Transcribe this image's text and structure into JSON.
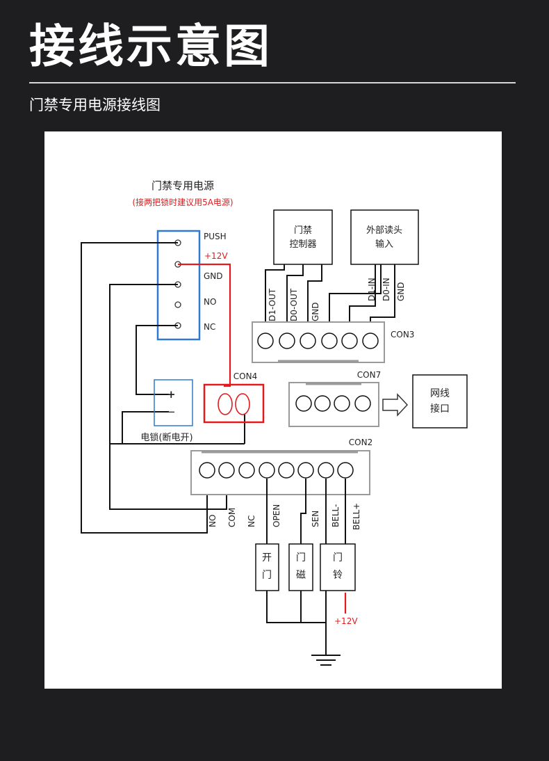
{
  "header": {
    "title": "接线示意图",
    "subtitle": "门禁专用电源接线图"
  },
  "diagram": {
    "power_title": "门禁专用电源",
    "power_note": "(接两把锁时建议用5A电源)",
    "power_terminals": [
      "PUSH",
      "GND",
      "NO",
      "NC"
    ],
    "plus12v": "+12V",
    "controller_line1": "门禁",
    "controller_line2": "控制器",
    "reader_line1": "外部读头",
    "reader_line2": "输入",
    "controller_pins": [
      "D1-OUT",
      "D0-OUT",
      "GND"
    ],
    "reader_pins": [
      "D1-IN",
      "D0-IN",
      "GND"
    ],
    "con3": "CON3",
    "con4": "CON4",
    "con7": "CON7",
    "con2": "CON2",
    "network_line1": "网线",
    "network_line2": "接口",
    "lock_plus": "+",
    "lock_minus": "−",
    "lock_label": "电锁(断电开)",
    "con2_pins": [
      "NO",
      "COM",
      "NC",
      "OPEN",
      "SEN",
      "BELL-",
      "BELL+"
    ],
    "open_line1": "开",
    "open_line2": "门",
    "magnet_line1": "门",
    "magnet_line2": "磁",
    "bell_line1": "门",
    "bell_line2": "铃",
    "bell_power": "+12V",
    "colors": {
      "wire": "#111111",
      "power_wire": "#e3191b",
      "box_blue": "#2f7ad0",
      "note_red": "#e3191b",
      "gray_box": "#9a9a9a"
    }
  }
}
